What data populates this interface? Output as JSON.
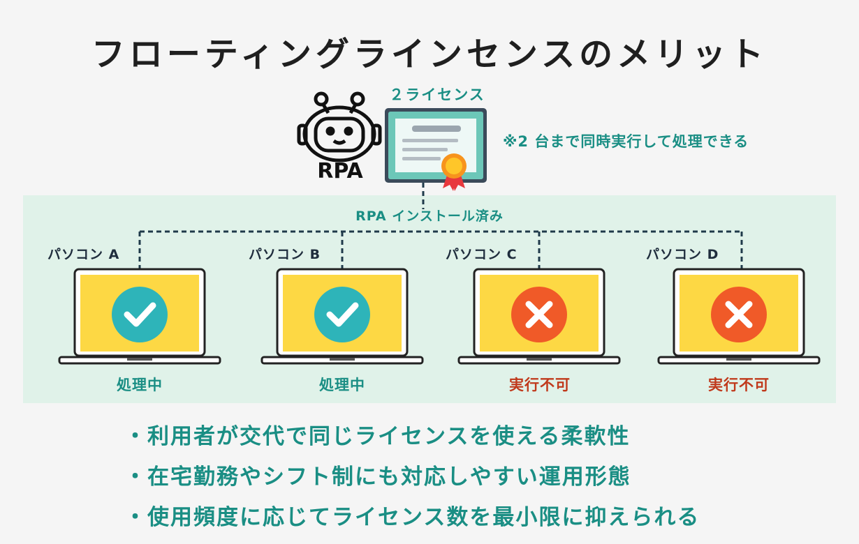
{
  "title": "フローティングラインセンスのメリット",
  "license": {
    "count_label": "２ライセンス",
    "note": "※2 台まで同時実行して処理できる"
  },
  "robot": {
    "label": "RPA"
  },
  "installed_label": "RPA インストール済み",
  "computers": [
    {
      "name": "パソコン A",
      "status": "処理中",
      "state": "ok"
    },
    {
      "name": "パソコン B",
      "status": "処理中",
      "state": "ok"
    },
    {
      "name": "パソコン C",
      "status": "実行不可",
      "state": "ng"
    },
    {
      "name": "パソコン D",
      "status": "実行不可",
      "state": "ng"
    }
  ],
  "benefits": [
    "・利用者が交代で同じライセンスを使える柔軟性",
    "・在宅勤務やシフト制にも対応しやすい運用形態",
    "・使用頻度に応じてライセンス数を最小限に抑えられる"
  ],
  "colors": {
    "teal": "#1a8e84",
    "screen": "#fdd844",
    "ok": "#2eb4b9",
    "ng": "#f05a28",
    "ng_text": "#c0391b",
    "panel": "#e0f2e9"
  },
  "icons": [
    "robot-icon",
    "certificate-icon",
    "laptop-icon",
    "check-icon",
    "cross-icon"
  ]
}
